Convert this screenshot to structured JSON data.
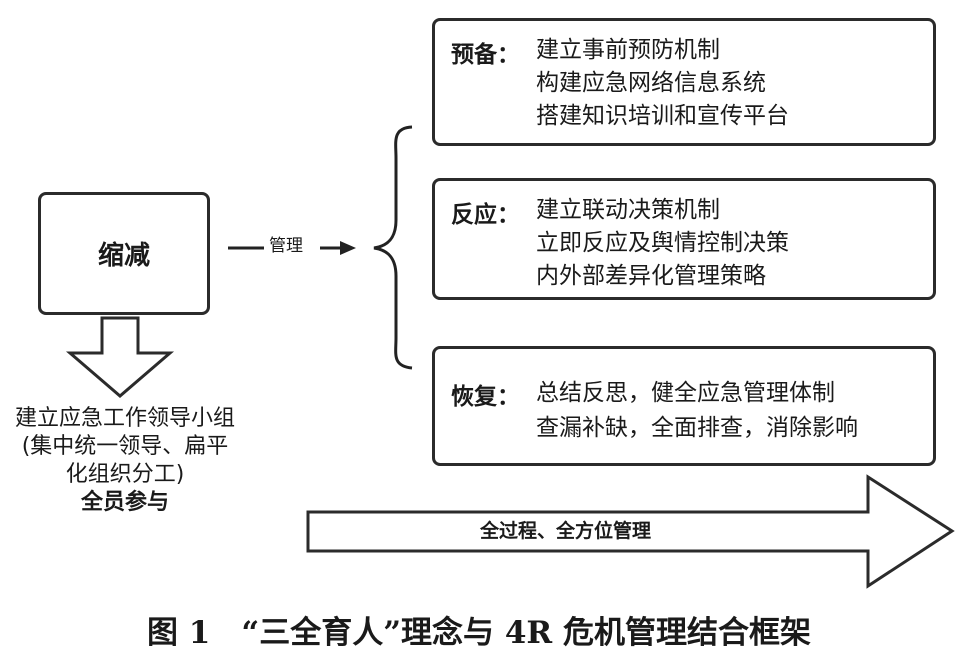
{
  "center": {
    "label": "缩减",
    "arrow_label": "管理"
  },
  "left_text": {
    "line1": "建立应急工作领导小组",
    "line2": "(集中统一领导、扁平",
    "line3": "化组织分工)",
    "line4": "全员参与"
  },
  "boxes": [
    {
      "head": "预备：",
      "lines": [
        "建立事前预防机制",
        "构建应急网络信息系统",
        "搭建知识培训和宣传平台"
      ]
    },
    {
      "head": "反应：",
      "lines": [
        "建立联动决策机制",
        "立即反应及舆情控制决策",
        "内外部差异化管理策略"
      ]
    },
    {
      "head": "恢复：",
      "lines": [
        "总结反思，健全应急管理体制",
        "查漏补缺，全面排查，消除影响"
      ]
    }
  ],
  "process_arrow": "全过程、全方位管理",
  "caption": "图 1　“三全育人”理念与 4R 危机管理结合框架"
}
